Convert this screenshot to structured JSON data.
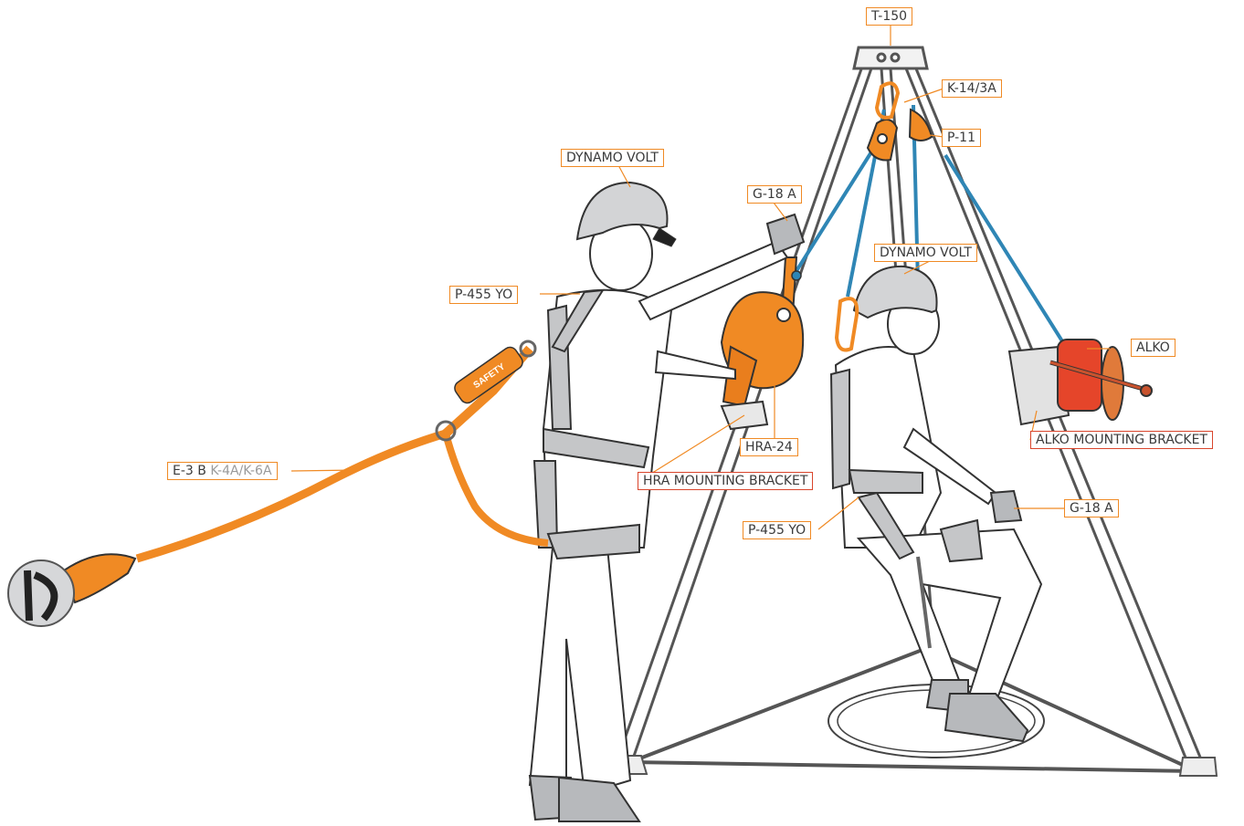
{
  "labels": {
    "t150": "T-150",
    "k14": "K-14/3A",
    "p11": "P-11",
    "dynamo_left": "DYNAMO VOLT",
    "g18_top": "G-18 A",
    "dynamo_right": "DYNAMO VOLT",
    "p455_left": "P-455 YO",
    "alko": "ALKO",
    "hra24": "HRA-24",
    "alko_bracket": "ALKO MOUNTING BRACKET",
    "e3_main": "E-3 B ",
    "e3_alt": "K-4A/K-6A",
    "hra_bracket": "HRA MOUNTING BRACKET",
    "g18_right": "G-18 A",
    "p455_right": "P-455 YO"
  },
  "lanyard_brand": "SAFETY",
  "colors": {
    "accent_orange": "#f08a24",
    "bracket_red": "#d9452c",
    "rope_blue": "#2f86b5",
    "helmet_grey": "#d3d4d6",
    "winch_red": "#e5452a",
    "text": "#3a3a3a",
    "muted_text": "#9a9a9a"
  }
}
